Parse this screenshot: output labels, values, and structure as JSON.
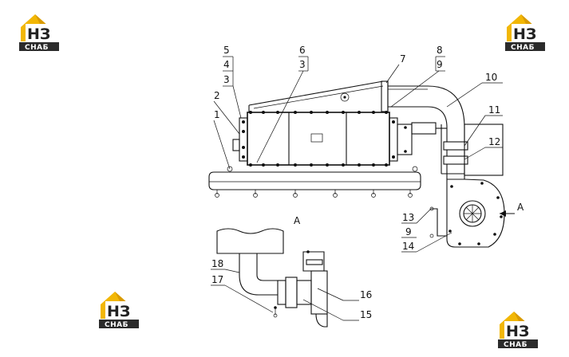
{
  "logo": {
    "mark": "НЗ",
    "brand": "СНАБ",
    "accent_color": "#f2b705",
    "dark_color": "#2b2b2b"
  },
  "callouts": {
    "c1": "1",
    "c2": "2",
    "c3a": "3",
    "c3b": "3",
    "c4": "4",
    "c5": "5",
    "c6": "6",
    "c7": "7",
    "c8": "8",
    "c9a": "9",
    "c9b": "9",
    "c10": "10",
    "c11": "11",
    "c12": "12",
    "c13": "13",
    "c14": "14",
    "c15": "15",
    "c16": "16",
    "c17": "17",
    "c18": "18"
  },
  "view_labels": {
    "section_a": "A",
    "arrow_a": "A"
  }
}
